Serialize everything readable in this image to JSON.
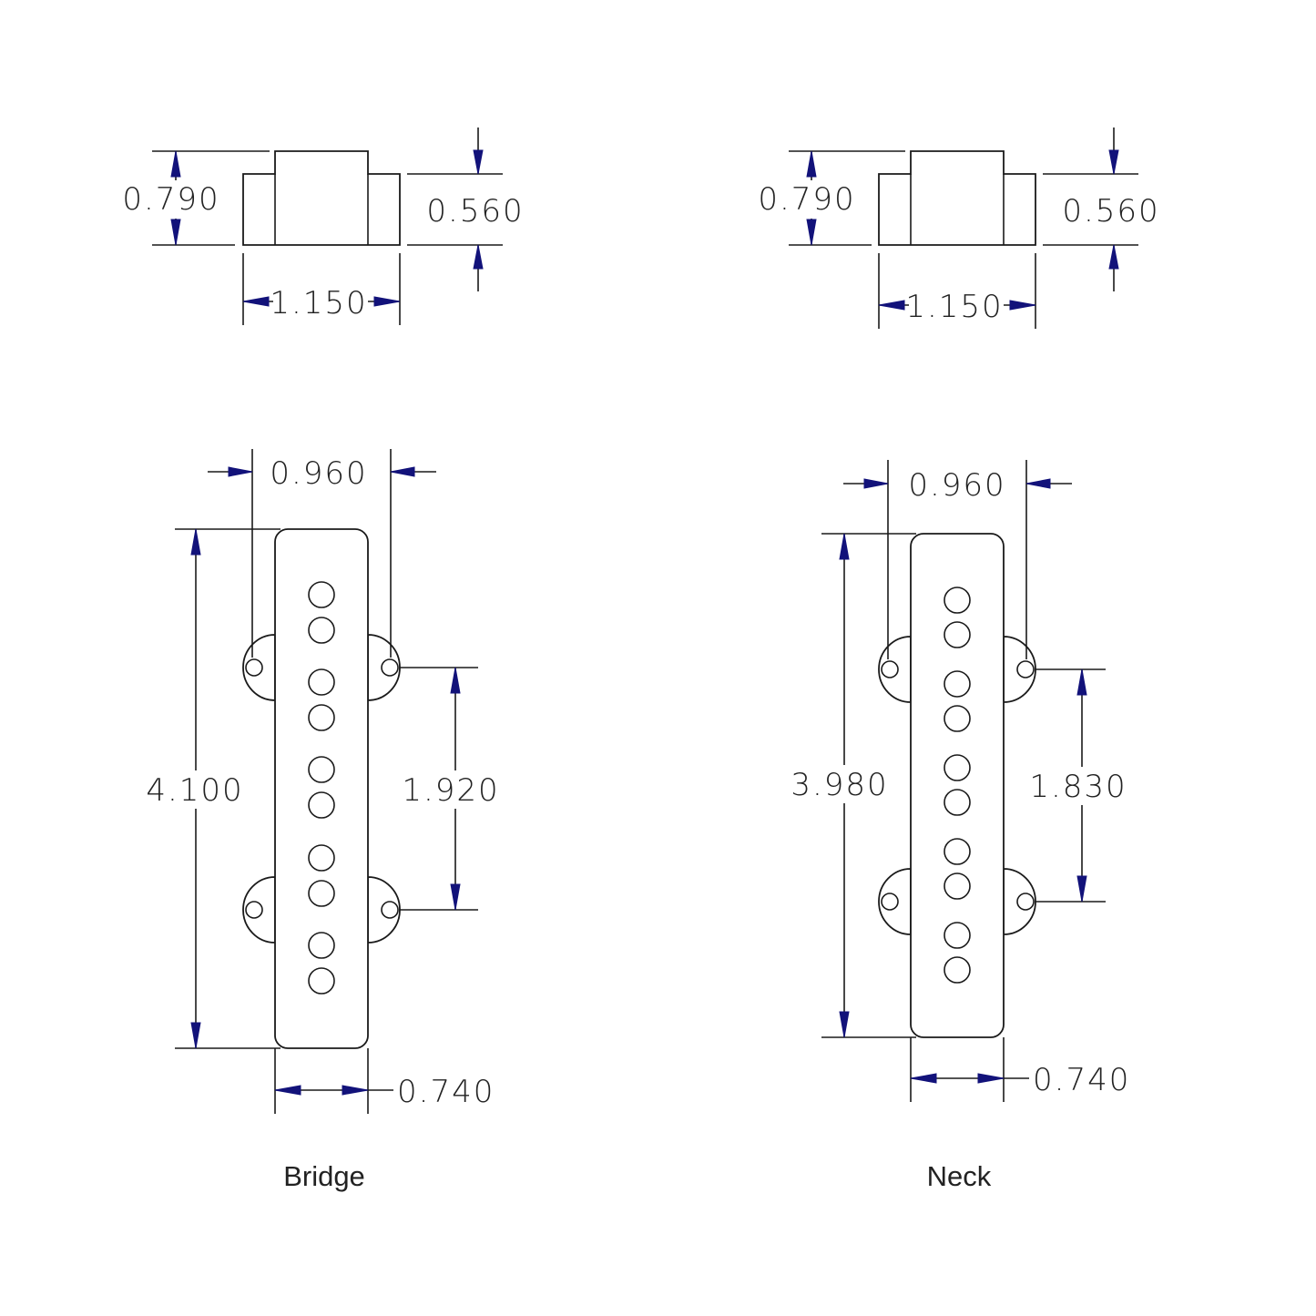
{
  "views": [
    {
      "caption": "Bridge",
      "side_height": "0.790",
      "side_inner_height": "0.560",
      "side_width": "1.150",
      "mount_width": "0.960",
      "length": "4.100",
      "hole_spacing": "1.920",
      "width": "0.740"
    },
    {
      "caption": "Neck",
      "side_height": "0.790",
      "side_inner_height": "0.560",
      "side_width": "1.150",
      "mount_width": "0.960",
      "length": "3.980",
      "hole_spacing": "1.830",
      "width": "0.740"
    }
  ],
  "colors": {
    "line": "#1a1a1a",
    "arrow": "#12127a"
  }
}
